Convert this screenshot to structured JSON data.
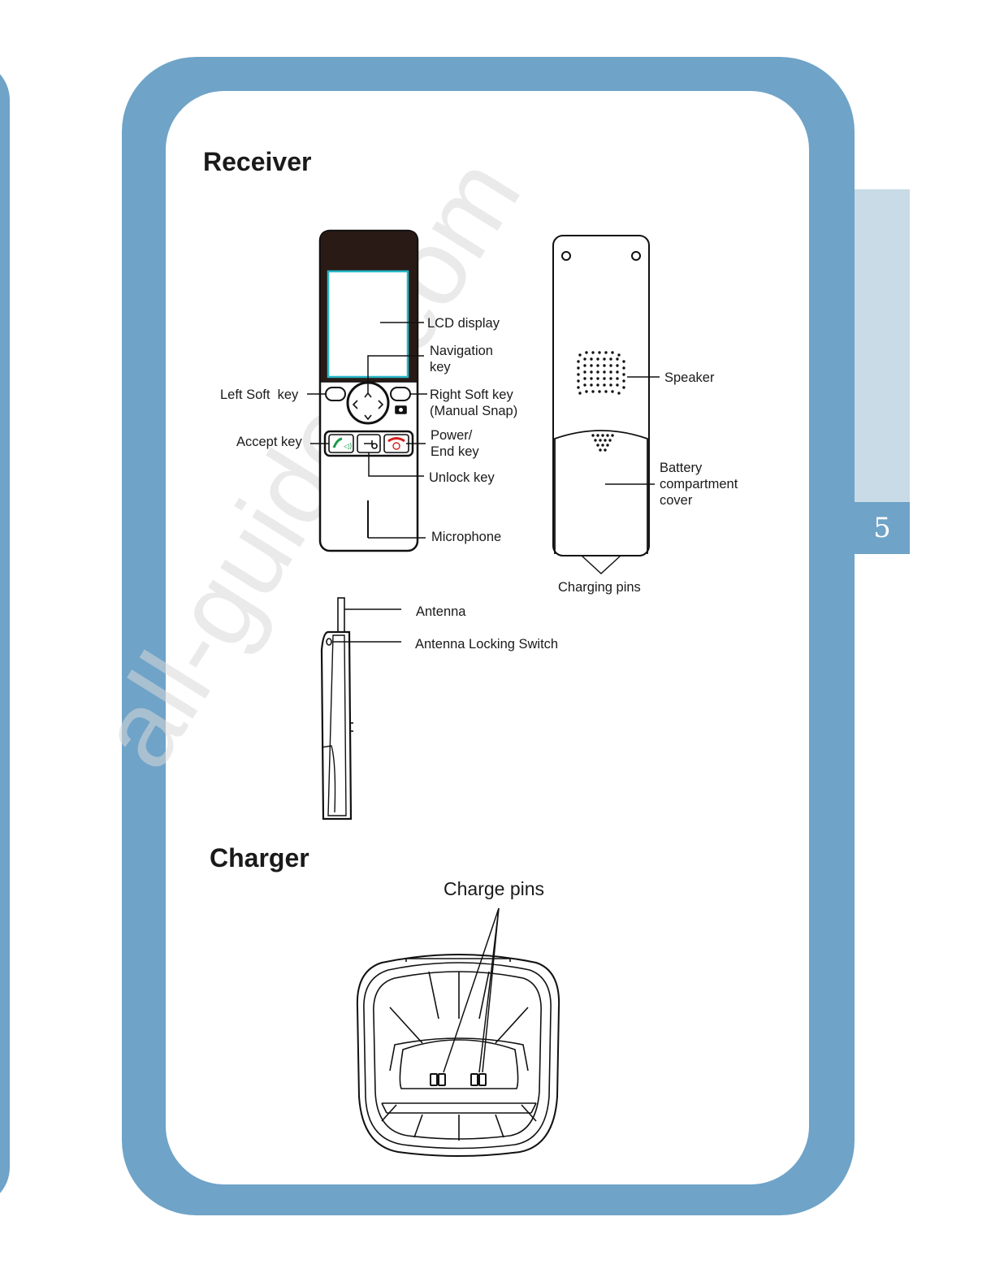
{
  "page": {
    "number": "5",
    "watermark": "all-guides.com",
    "accent_color": "#6fa3c8",
    "tab_color": "#c8dbe6"
  },
  "receiver": {
    "title": "Receiver",
    "labels": {
      "lcd_display": "LCD display",
      "navigation_key": "Navigation\nkey",
      "left_soft_key": "Left Soft  key",
      "right_soft_key": "Right Soft key\n(Manual Snap)",
      "accept_key": "Accept key",
      "power_end_key": "Power/\nEnd key",
      "unlock_key": "Unlock key",
      "microphone": "Microphone",
      "speaker": "Speaker",
      "battery_cover": "Battery\ncompartment\ncover",
      "charging_pins": "Charging pins",
      "antenna": "Antenna",
      "antenna_locking_switch": "Antenna Locking Switch"
    }
  },
  "charger": {
    "title": "Charger",
    "charge_pins_label": "Charge pins"
  }
}
